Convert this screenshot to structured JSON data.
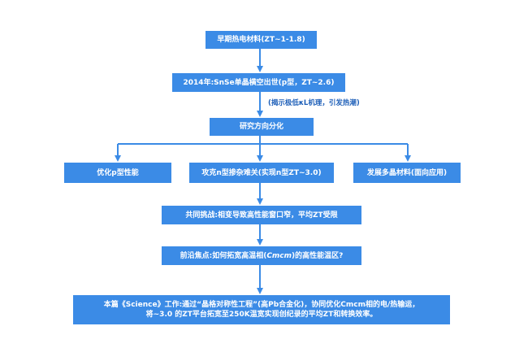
{
  "colors": {
    "box_fill": "#3b8be6",
    "box_text": "#ffffff",
    "connector": "#3b8be6",
    "note_text": "#1e5fb8"
  },
  "nodes": {
    "early": "早期热电材料(ZT~1-1.8)",
    "snse2014": "2014年:SnSe单晶横空出世(p型，ZT~2.6)",
    "direction": "研究方向分化",
    "optimize_p": "优化p型性能",
    "tackle_n": "攻克n型掺杂难关(实现n型ZT~3.0)",
    "poly": "发展多晶材料(面向应用)",
    "challenge": "共同挑战:相变导致高性能窗口窄，平均ZT受限",
    "frontier_prefix": "前沿焦点:如何拓宽高温相(",
    "frontier_italic": "Cmcm",
    "frontier_suffix": ")的高性能温区?",
    "science_line1": "本篇《Science》工作:通过“晶格对称性工程”(高Pb合金化)，协同优化Cmcm相的电/热输运，",
    "science_line2": "将~3.0 的ZT平台拓宽至250K温宽实现创纪录的平均ZT和转换效率。"
  },
  "annotations": {
    "mechanism_note": "(揭示极低κL机理，引发热潮)"
  }
}
